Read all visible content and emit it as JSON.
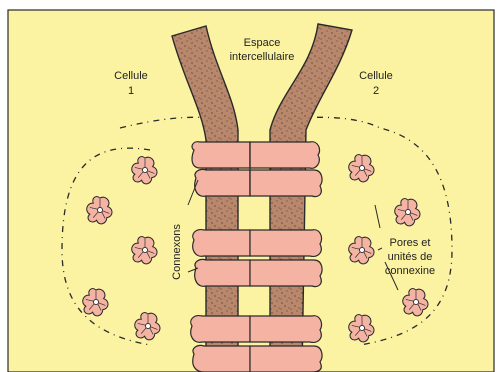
{
  "labels": {
    "space_line1": "Espace",
    "space_line2": "intercellulaire",
    "cell1_line1": "Cellule",
    "cell1_line2": "1",
    "cell2_line1": "Cellule",
    "cell2_line2": "2",
    "connexons": "Connexons",
    "pores_line1": "Pores et",
    "pores_line2": "unités de",
    "pores_line3": "connexine"
  },
  "colors": {
    "background": "#fbf3a1",
    "membrane": "#b8876c",
    "connexon": "#f4b3a3",
    "outline": "#2a2a2a"
  }
}
